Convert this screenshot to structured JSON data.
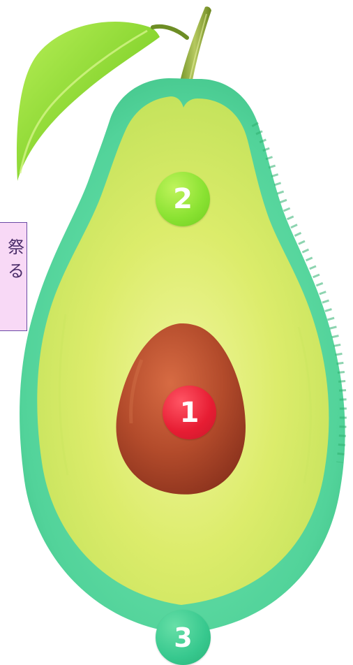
{
  "markers": [
    {
      "label": "1"
    },
    {
      "label": "2"
    },
    {
      "label": "3"
    }
  ],
  "note": {
    "text": "祭\nる"
  },
  "colors": {
    "leaf": "#8fdc35",
    "skin": "#56d39d",
    "flesh": "#d8ea66",
    "seed": "#b64b2d",
    "marker_1": "#e71d33",
    "marker_2": "#8ae232",
    "marker_3": "#37c88e",
    "note_background": "#f8d9f6",
    "note_border": "#6b4aa5"
  }
}
